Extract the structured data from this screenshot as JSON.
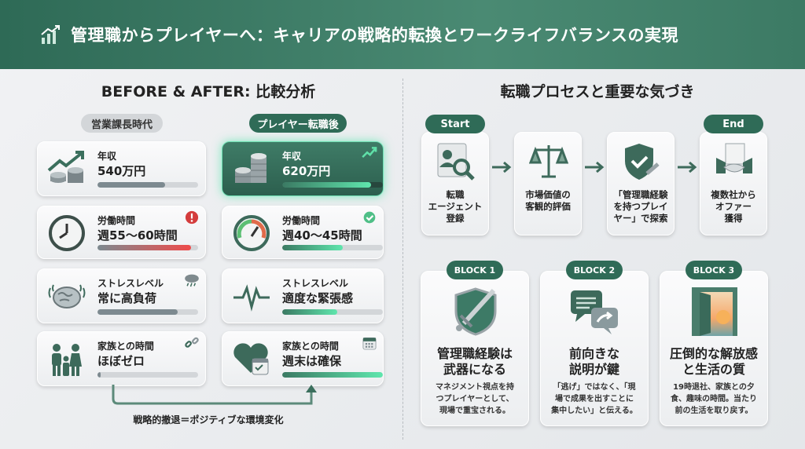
{
  "header": {
    "title": "管理職からプレイヤーへ：キャリアの戦略的転換とワークライフバランスの実現",
    "icon": "chart-up-icon"
  },
  "left": {
    "heading": "BEFORE & AFTER: 比較分析",
    "before_label": "営業課長時代",
    "after_label": "プレイヤー転職後",
    "before": [
      {
        "label": "年収",
        "value": "540万円",
        "bar": 0.67,
        "icon": "coins-chart-icon"
      },
      {
        "label": "労働時間",
        "value": "週55〜60時間",
        "bar": 0.93,
        "icon": "clock-icon",
        "badge": "alert-icon"
      },
      {
        "label": "ストレスレベル",
        "value": "常に高負荷",
        "bar": 0.8,
        "icon": "brain-icon",
        "badge": "storm-cloud-icon"
      },
      {
        "label": "家族との時間",
        "value": "ほぼゼロ",
        "bar": 0.03,
        "icon": "family-icon",
        "badge": "broken-link-icon"
      }
    ],
    "after": [
      {
        "label": "年収",
        "value": "620万円",
        "bar": 0.88,
        "icon": "coins-icon",
        "badge": "trend-up-icon"
      },
      {
        "label": "労働時間",
        "value": "週40〜45時間",
        "bar": 0.6,
        "icon": "gauge-icon",
        "badge": "check-icon"
      },
      {
        "label": "ストレスレベル",
        "value": "適度な緊張感",
        "bar": 0.55,
        "icon": "wave-icon"
      },
      {
        "label": "家族との時間",
        "value": "週末は確保",
        "bar": 1.0,
        "icon": "heart-calendar-icon",
        "badge": "calendar-icon"
      }
    ],
    "caption": "戦略的撤退＝ポジティブな環境変化"
  },
  "right": {
    "heading": "転職プロセスと重要な気づき",
    "start_label": "Start",
    "end_label": "End",
    "steps": [
      {
        "text": "転職\nエージェント\n登録",
        "icon": "profile-search-icon"
      },
      {
        "text": "市場価値の\n客観的評価",
        "icon": "scale-icon"
      },
      {
        "text": "「管理職経験\nを持つプレイ\nヤー」で探索",
        "icon": "shield-wrench-icon"
      },
      {
        "text": "複数社から\nオファー\n獲得",
        "icon": "handshake-icon"
      }
    ],
    "blocks": [
      {
        "tag": "BLOCK 1",
        "title": "管理職経験は\n武器になる",
        "desc": "マネジメント視点を持\nつプレイヤーとして、\n現場で重宝される。",
        "icon": "shield-sword-icon"
      },
      {
        "tag": "BLOCK 2",
        "title": "前向きな\n説明が鍵",
        "desc": "「逃げ」ではなく、「現\n場で成果を出すことに\n集中したい」と伝える。",
        "icon": "chat-bubbles-icon"
      },
      {
        "tag": "BLOCK 3",
        "title": "圧倒的な解放感\nと生活の質",
        "desc": "19時退社、家族との夕\n食、趣味の時間。当たり\n前の生活を取り戻す。",
        "icon": "open-door-sunset-icon"
      }
    ]
  },
  "colors": {
    "brand": "#2f6b57",
    "accent": "#4fd9a0",
    "alert": "#e04a4a",
    "gray_bar": "#7d8a90"
  }
}
